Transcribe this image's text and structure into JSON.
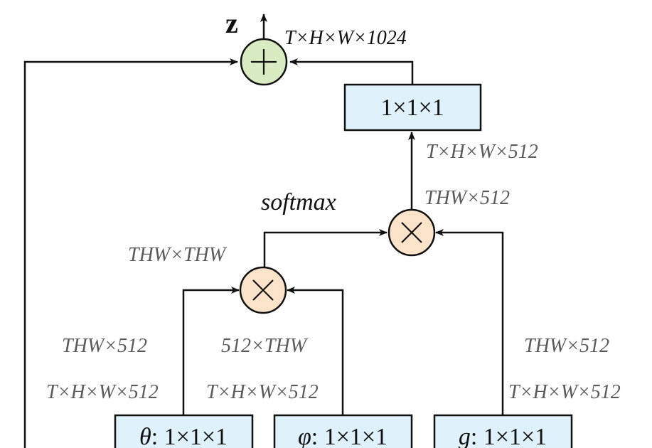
{
  "output_label": "z",
  "output_dim": "T×H×W×1024",
  "proj_box_label": "1×1×1",
  "proj_input_dim": "T×H×W×512",
  "second_product_dim": "THW×512",
  "softmax_label": "softmax",
  "first_product_dim": "THW×THW",
  "theta_reshaped_dim": "THW×512",
  "phi_reshaped_dim": "512×THW",
  "g_reshaped_dim": "THW×512",
  "theta_out_dim": "T×H×W×512",
  "phi_out_dim": "T×H×W×512",
  "g_out_dim": "T×H×W×512",
  "theta_box": {
    "symbol": "θ",
    "rest": ": 1×1×1"
  },
  "phi_box": {
    "symbol": "φ",
    "rest": ": 1×1×1"
  },
  "g_box": {
    "symbol": "g",
    "rest": ": 1×1×1"
  },
  "colors": {
    "box_fill": "#dff1fb",
    "sum_fill": "#d9ebc0",
    "mul_fill": "#fbe3c9",
    "dim_text": "#5a5a5a"
  }
}
